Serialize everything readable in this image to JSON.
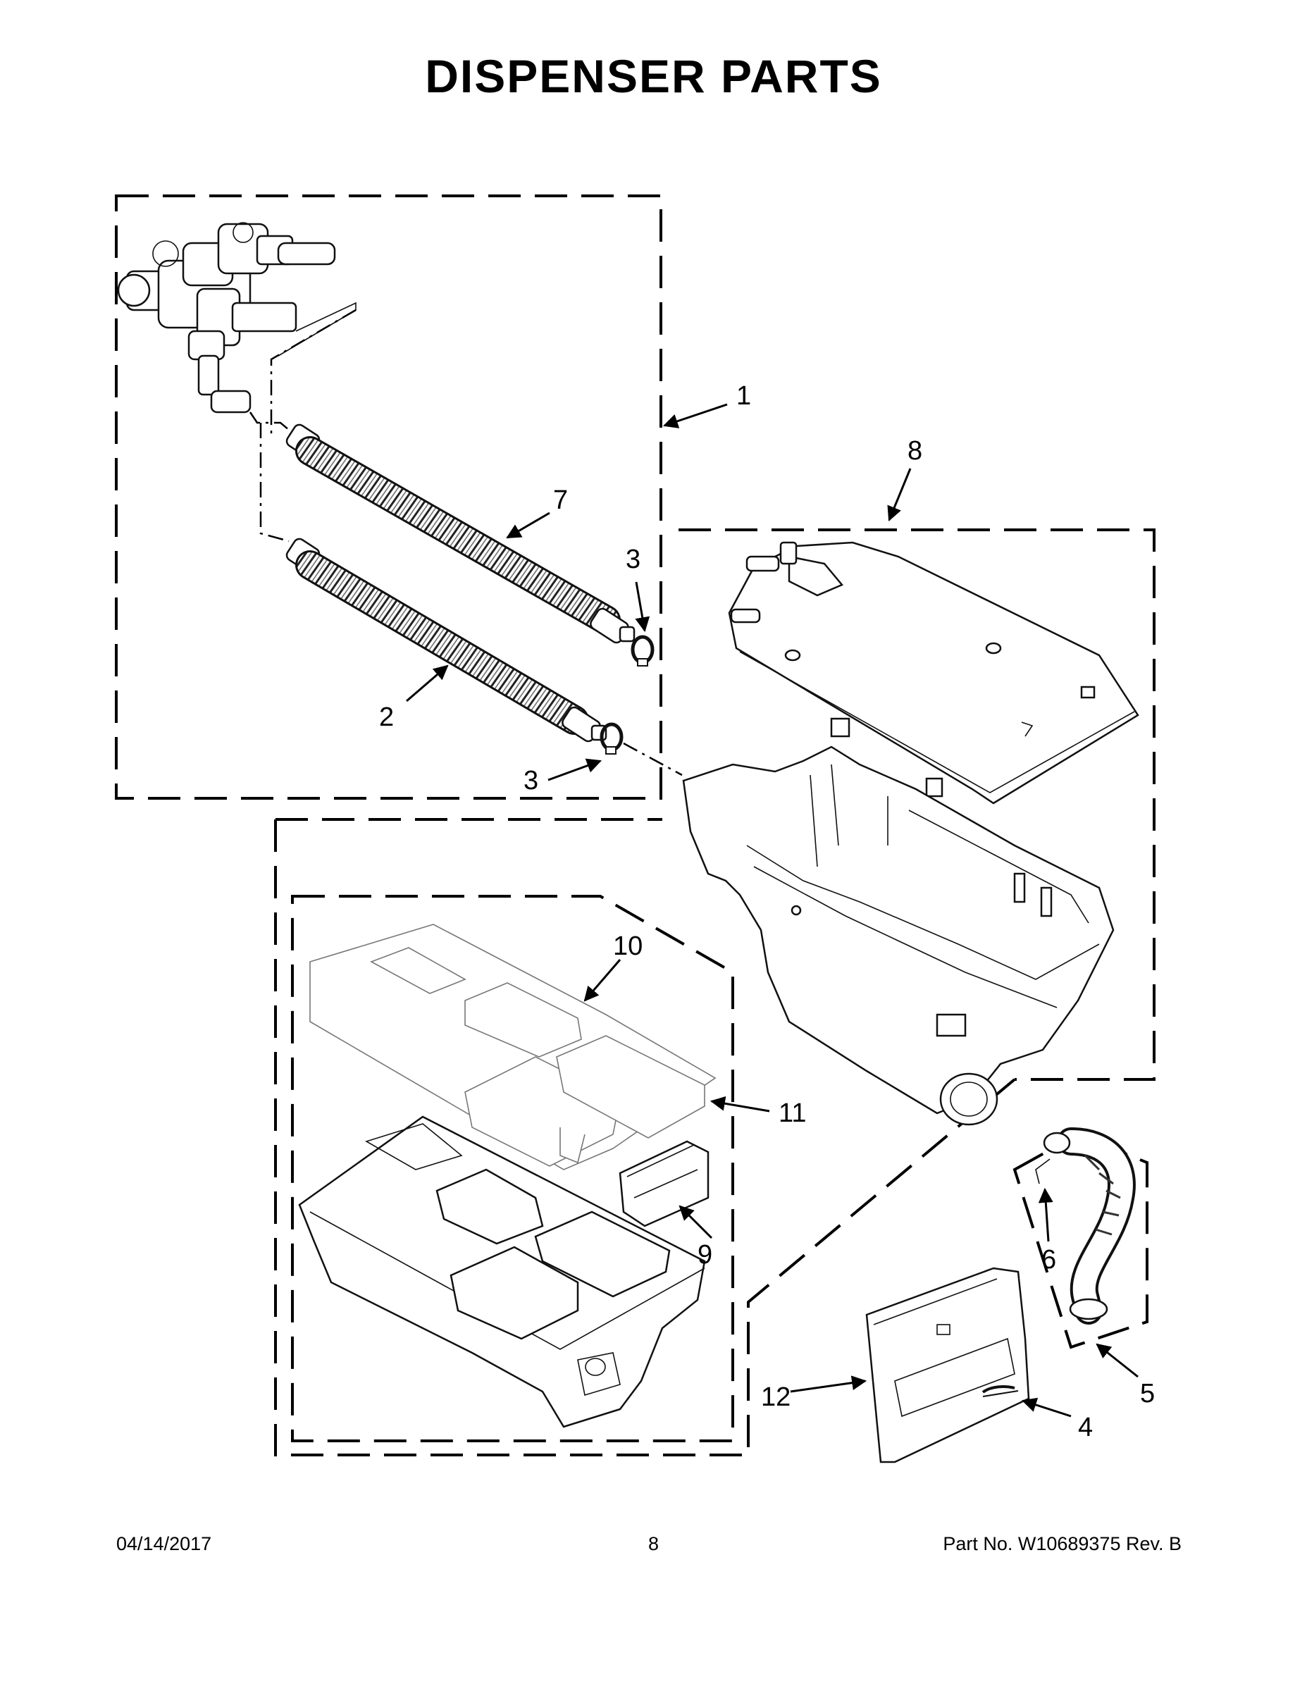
{
  "page": {
    "title": "DISPENSER PARTS"
  },
  "callouts": {
    "c1": "1",
    "c2": "2",
    "c3a": "3",
    "c3b": "3",
    "c4": "4",
    "c5": "5",
    "c6": "6",
    "c7": "7",
    "c8": "8",
    "c9": "9",
    "c10": "10",
    "c11": "11",
    "c12": "12"
  },
  "footer": {
    "date": "04/14/2017",
    "page_number": "8",
    "part_number": "Part No.  W10689375  Rev.  B"
  }
}
